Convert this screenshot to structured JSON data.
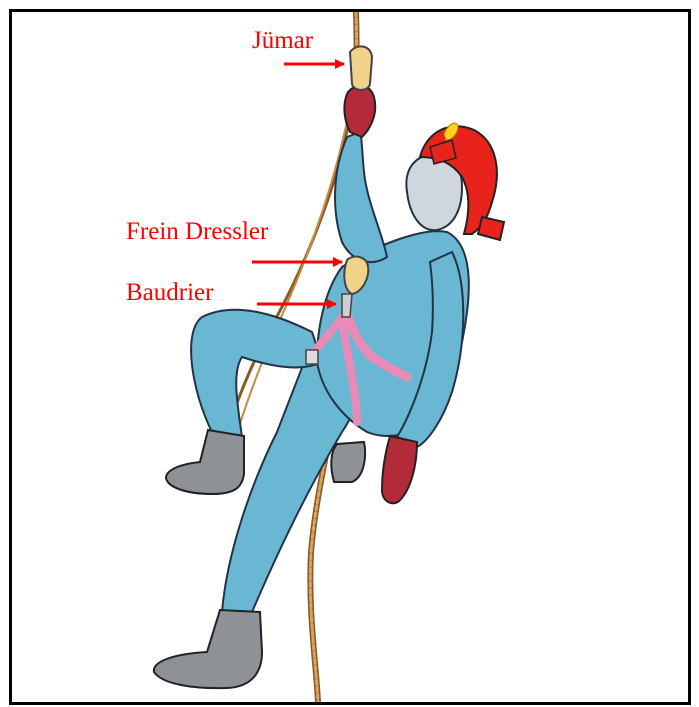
{
  "labels": {
    "jumar": "Jümar",
    "frein": "Frein Dressler",
    "baudrier": "Baudrier"
  },
  "colors": {
    "label": "#ff0000",
    "suit": "#6ab7d4",
    "helmet": "#e8231b",
    "glove": "#b32b3a",
    "boot": "#8e9296",
    "harness": "#e98bb7",
    "rope": "#c58a45"
  }
}
